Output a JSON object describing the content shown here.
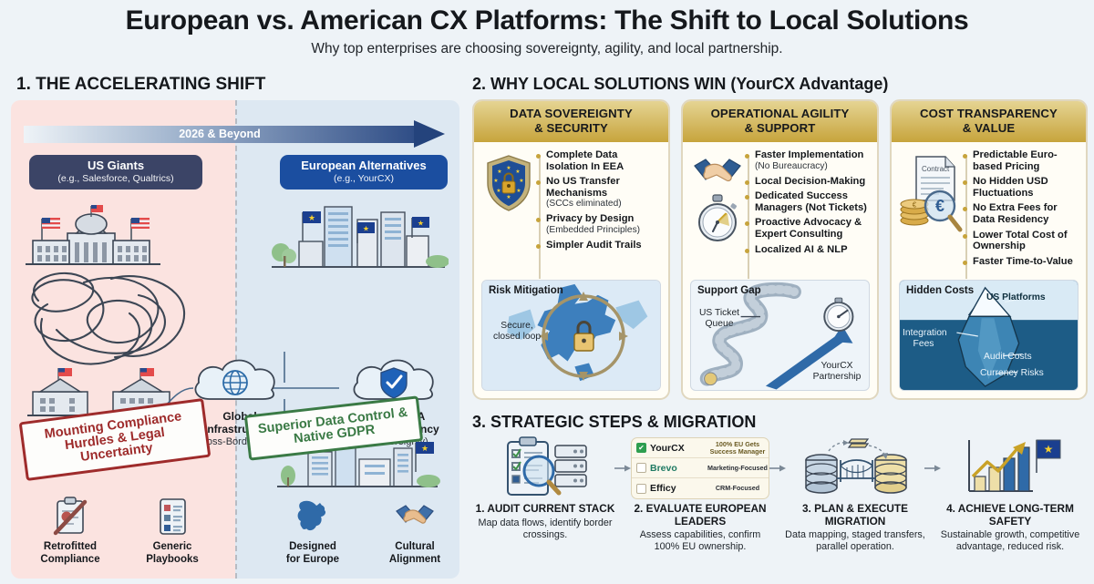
{
  "header": {
    "title": "European vs. American CX Platforms: The Shift to Local Solutions",
    "subtitle": "Why top enterprises are choosing sovereignty, agility, and local partnership."
  },
  "section1": {
    "title": "1. THE ACCELERATING SHIFT",
    "timeline_label": "2026 & Beyond",
    "left_pill": {
      "title": "US Giants",
      "sub": "(e.g., Salesforce, Qualtrics)"
    },
    "right_pill": {
      "title": "European Alternatives",
      "sub": "(e.g., YourCX)"
    },
    "left_cloud": {
      "title_1": "Global",
      "title_2": "Infrastructure",
      "sub": "(Cross-Border Risks)"
    },
    "right_cloud": {
      "title_1": "100% EEA",
      "title_2": "Data Residency",
      "sub": "(Sovereignty)"
    },
    "left_stamp": "Mounting Compliance Hurdles & Legal Uncertainty",
    "right_stamp": "Superior Data Control & Native GDPR",
    "left_icons": [
      {
        "icon": "clipboard-pencil-icon",
        "line1": "Retrofitted",
        "line2": "Compliance"
      },
      {
        "icon": "document-list-icon",
        "line1": "Generic",
        "line2": "Playbooks"
      }
    ],
    "right_icons": [
      {
        "icon": "europe-map-icon",
        "line1": "Designed",
        "line2": "for Europe"
      },
      {
        "icon": "handshake-icon",
        "line1": "Cultural",
        "line2": "Alignment"
      }
    ]
  },
  "section2": {
    "title": "2. WHY LOCAL SOLUTIONS WIN (YourCX Advantage)",
    "cards": [
      {
        "head_line1": "DATA SOVEREIGNTY",
        "head_line2": "& SECURITY",
        "art_icons": [
          "shield-lock-icon"
        ],
        "bullets": [
          {
            "main": "Complete Data Isolation In EEA",
            "note": ""
          },
          {
            "main": "No US Transfer Mechanisms",
            "note": "(SCCs eliminated)"
          },
          {
            "main": "Privacy by Design",
            "note": "(Embedded Principles)"
          },
          {
            "main": "Simpler Audit Trails",
            "note": ""
          }
        ],
        "panel": {
          "title": "Risk Mitigation",
          "note": "Secure,\nclosed loop",
          "visual": "europe-map-closed-loop-lock"
        }
      },
      {
        "head_line1": "OPERATIONAL AGILITY",
        "head_line2": "& SUPPORT",
        "art_icons": [
          "handshake-icon",
          "stopwatch-icon"
        ],
        "bullets": [
          {
            "main": "Faster Implementation",
            "note": "(No Bureaucracy)"
          },
          {
            "main": "Local Decision-Making",
            "note": ""
          },
          {
            "main": "Dedicated Success Managers (Not Tickets)",
            "note": ""
          },
          {
            "main": "Proactive Advocacy & Expert Consulting",
            "note": ""
          },
          {
            "main": "Localized AI & NLP",
            "note": ""
          }
        ],
        "panel": {
          "title": "Support Gap",
          "label_left": "US Ticket\nQueue",
          "label_right": "YourCX\nPartnership",
          "visual": "queue-line-arrow-stopwatch"
        }
      },
      {
        "head_line1": "COST TRANSPARENCY",
        "head_line2": "& VALUE",
        "art_icons": [
          "contract-euro-icon",
          "coin-stack-icon"
        ],
        "contract_label": "Contract",
        "bullets": [
          {
            "main": "Predictable Euro-based Pricing",
            "note": ""
          },
          {
            "main": "No Hidden USD Fluctuations",
            "note": ""
          },
          {
            "main": "No Extra Fees for Data Residency",
            "note": ""
          },
          {
            "main": "Lower Total Cost of Ownership",
            "note": ""
          },
          {
            "main": "Faster Time-to-Value",
            "note": ""
          }
        ],
        "panel": {
          "title": "Hidden Costs",
          "labels": [
            "US Platforms",
            "Integration Fees",
            "Audit Costs",
            "Currency Risks"
          ],
          "visual": "iceberg"
        }
      }
    ]
  },
  "section3": {
    "title": "3. STRATEGIC STEPS & MIGRATION",
    "steps": [
      {
        "icon": "clipboard-magnifier-server-icon",
        "title": "1. AUDIT CURRENT STACK",
        "desc": "Map data flows, identify border crossings."
      },
      {
        "icon": "vendor-comparison-table-icon",
        "title": "2. EVALUATE EUROPEAN LEADERS",
        "desc": "Assess capabilities, confirm 100% EU ownership."
      },
      {
        "icon": "database-bridge-icon",
        "title": "3. PLAN & EXECUTE MIGRATION",
        "desc": "Data mapping, staged transfers, parallel operation."
      },
      {
        "icon": "growth-chart-eu-flag-icon",
        "title": "4. ACHIEVE LONG-TERM SAFETY",
        "desc": "Sustainable growth, competitive advantage, reduced risk."
      }
    ],
    "vendor_table": [
      {
        "name": "YourCX",
        "checked": "true",
        "tag": "100% EU Gets Success Manager"
      },
      {
        "name": "Brevo",
        "checked": "false",
        "tag": "Marketing-Focused"
      },
      {
        "name": "Efficy",
        "checked": "false",
        "tag": "CRM-Focused"
      }
    ]
  },
  "colors": {
    "gold": "#c7a43c",
    "eu_blue": "#1b4ea0",
    "us_navy": "#3b4466",
    "risk_red": "#9e2b2b",
    "success_green": "#3a7a45"
  }
}
